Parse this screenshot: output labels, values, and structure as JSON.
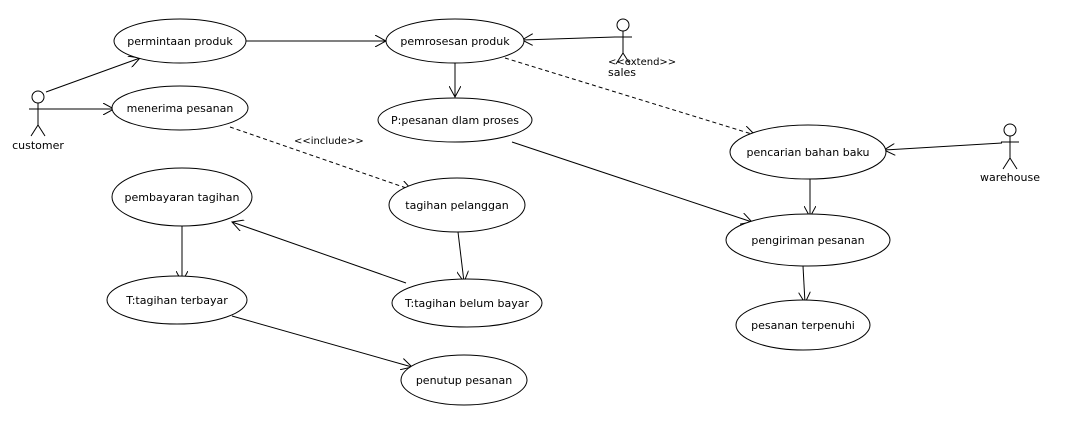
{
  "actors": {
    "customer": "customer",
    "sales": "sales",
    "warehouse": "warehouse"
  },
  "use_cases": {
    "permintaan_produk": "permintaan produk",
    "pemrosesan_produk": "pemrosesan produk",
    "menerima_pesanan": "menerima pesanan",
    "pesanan_dlam_proses": "P:pesanan dlam proses",
    "pencarian_bahan_baku": "pencarian bahan baku",
    "pembayaran_tagihan": "pembayaran tagihan",
    "tagihan_pelanggan": "tagihan pelanggan",
    "pengiriman_pesanan": "pengiriman pesanan",
    "tagihan_terbayar": "T:tagihan terbayar",
    "tagihan_belum_bayar": "T:tagihan belum bayar",
    "pesanan_terpenuhi": "pesanan terpenuhi",
    "penutup_pesanan": "penutup pesanan"
  },
  "stereotypes": {
    "include": "<<include>>",
    "extend": "<<extend>>"
  }
}
